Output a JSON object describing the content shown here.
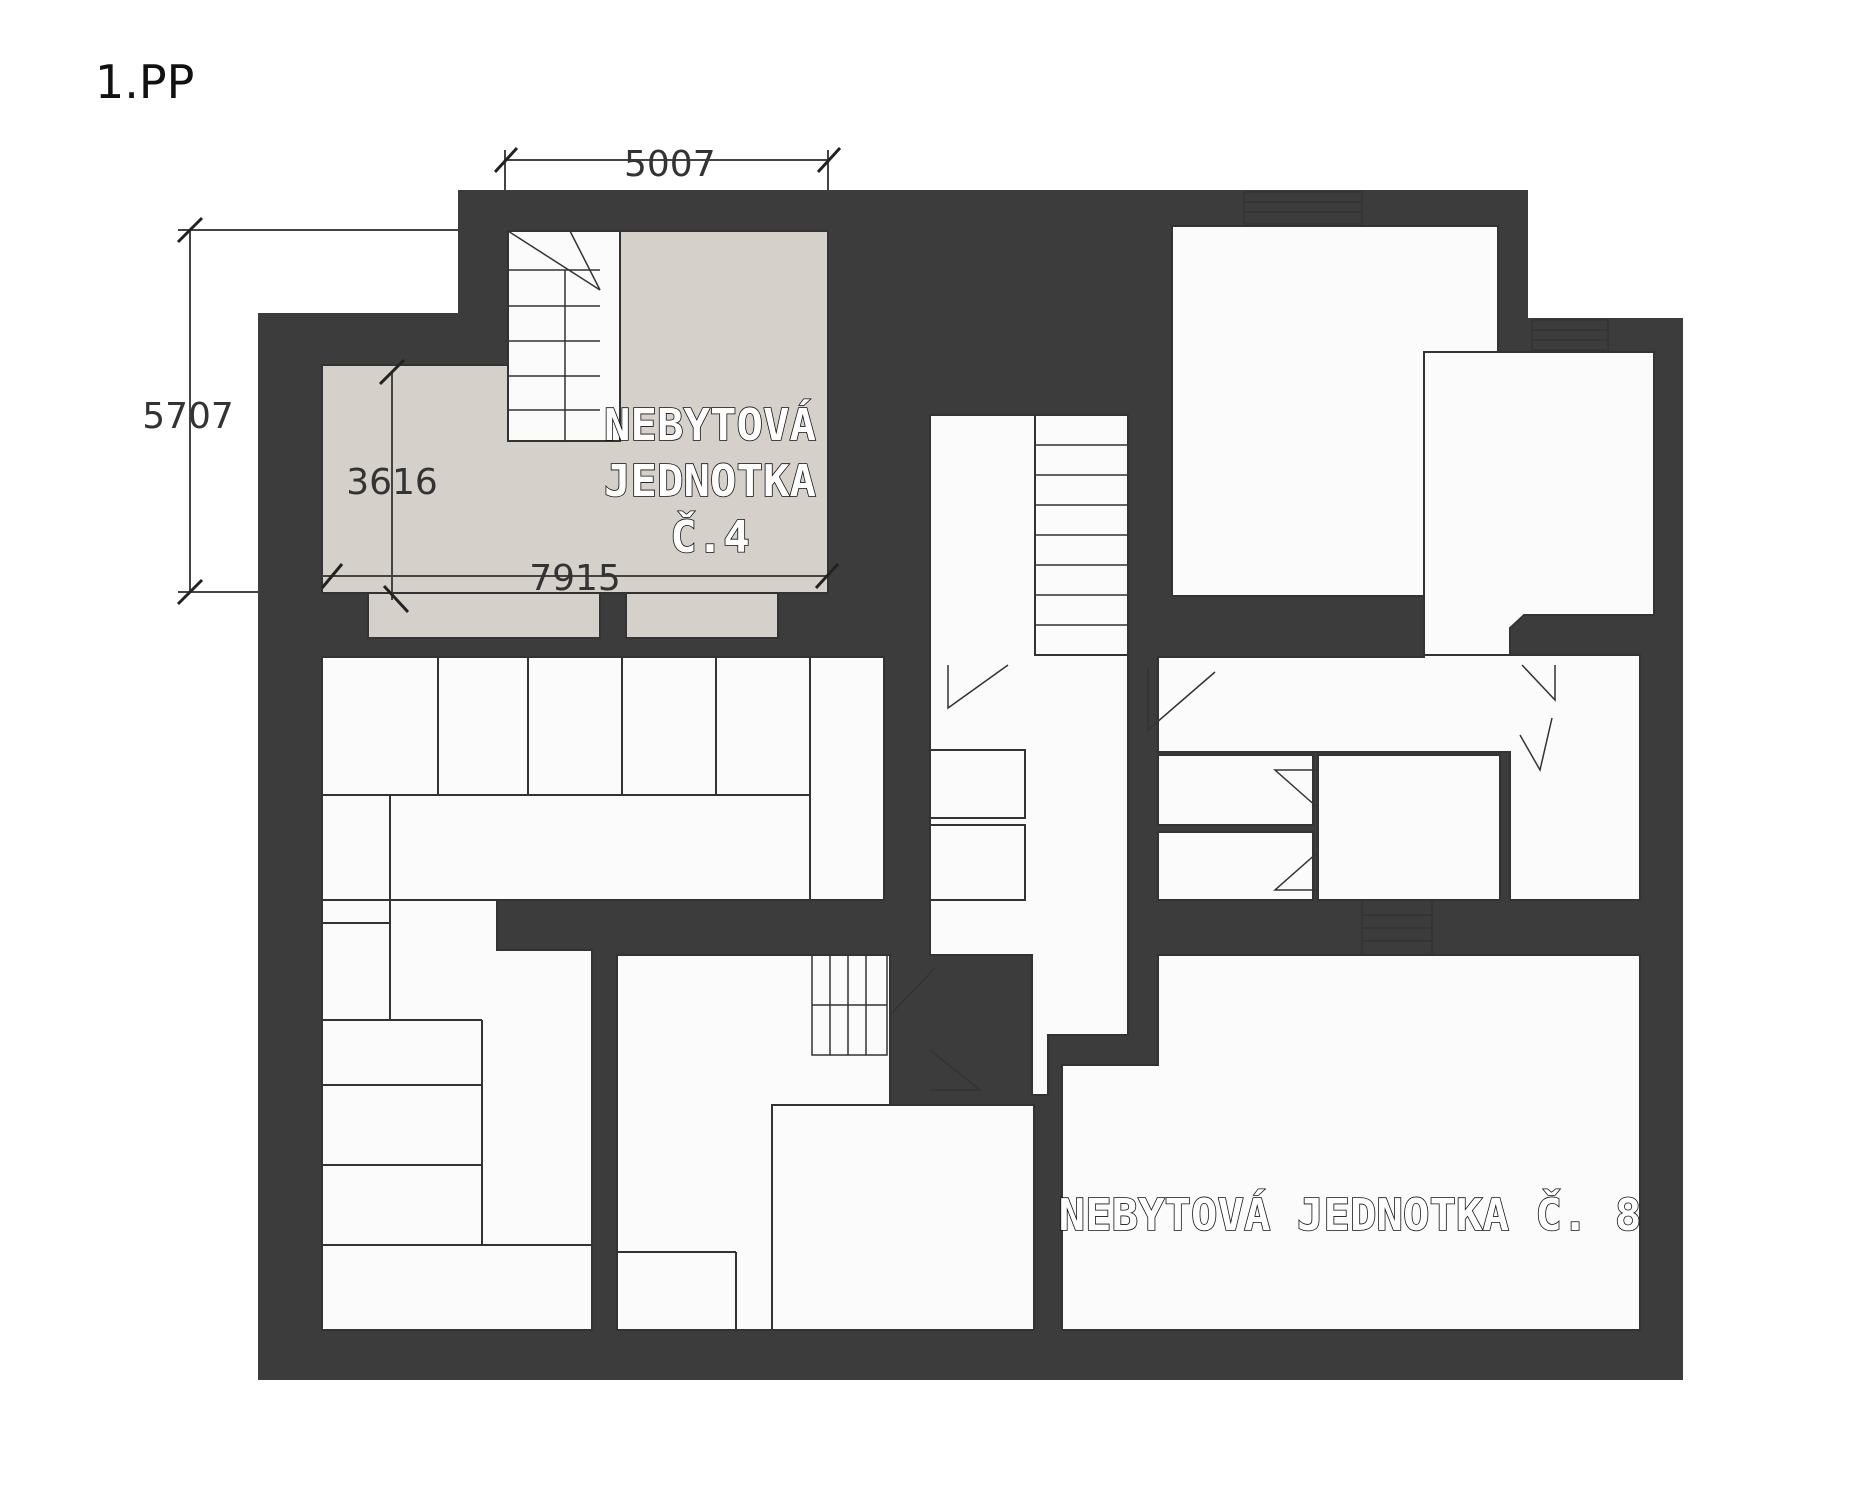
{
  "floor_label": "1.PP",
  "dimensions": {
    "top_width": "5007",
    "left_height": "5707",
    "unit4_height": "3616",
    "unit4_width": "7915"
  },
  "units": {
    "unit4": {
      "line1": "NEBYTOVÁ",
      "line2": "JEDNOTKA",
      "line3": "Č.4"
    },
    "unit8": {
      "label": "NEBYTOVÁ JEDNOTKA Č. 8"
    }
  },
  "colors": {
    "wall": "#3c3c3c",
    "highlight": "#d6d0cb",
    "room": "#fbfbfb"
  }
}
